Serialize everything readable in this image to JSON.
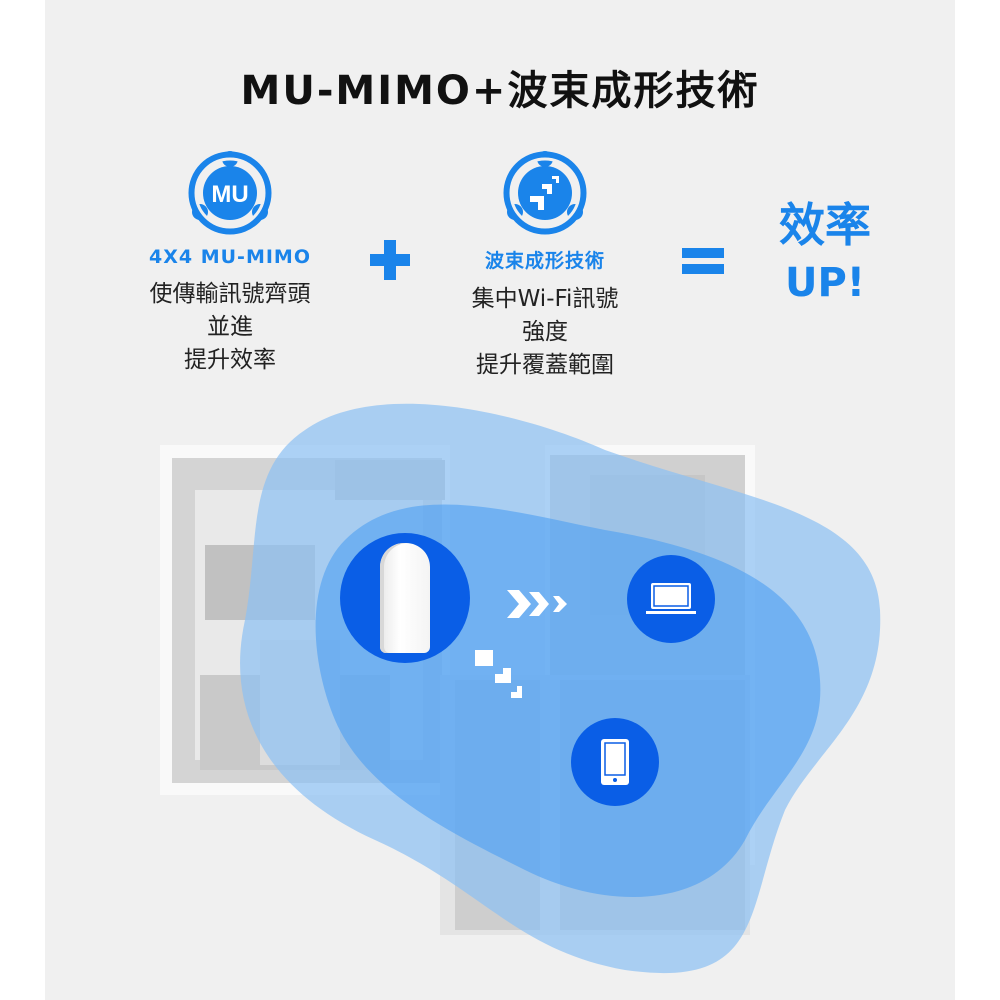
{
  "title": "MU-MIMO+波束成形技術",
  "features": [
    {
      "icon": "mu-mimo-icon",
      "icon_text": "MU",
      "label": "4X4 MU-MIMO",
      "desc_lines": [
        "使傳輸訊號齊頭",
        "並進",
        "提升效率"
      ]
    },
    {
      "icon": "beamforming-icon",
      "label": "波束成形技術",
      "desc_lines": [
        "集中Wi-Fi訊號",
        "強度",
        "提升覆蓋範圍"
      ]
    }
  ],
  "operators": {
    "plus": "+",
    "equals": "="
  },
  "result": {
    "line1": "效率",
    "line2": "UP!"
  },
  "scene": {
    "router": "wifi-router-image",
    "devices": [
      "laptop-icon",
      "smartphone-icon"
    ],
    "signals": [
      "signal-chevrons-right",
      "signal-steps-down"
    ]
  },
  "colors": {
    "accent": "#1a84ea",
    "device_circle": "#0a5ee6",
    "coverage_outer": "#a9cdf3",
    "coverage_inner": "#5aa8f3",
    "background": "#f0f0f0"
  }
}
